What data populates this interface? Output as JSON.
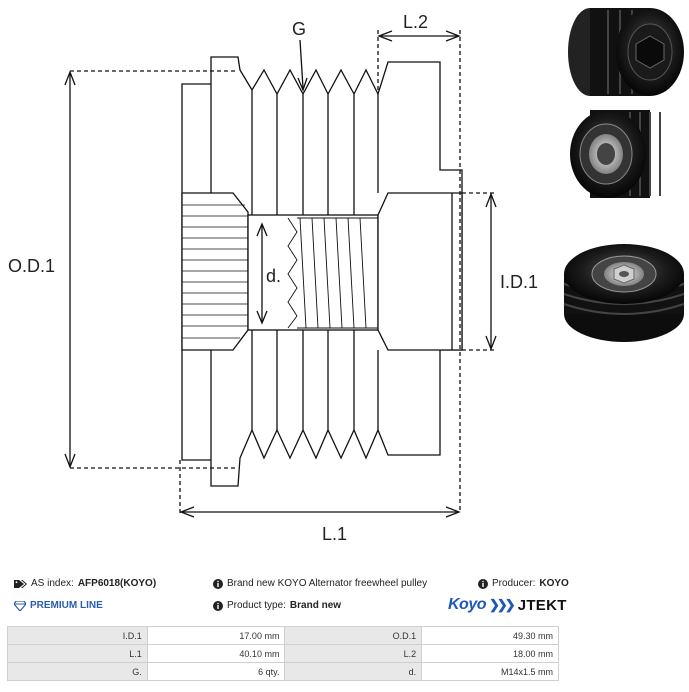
{
  "drawing": {
    "labels": {
      "g": "G",
      "l2": "L.2",
      "od1": "O.D.1",
      "d": "d.",
      "id1": "I.D.1",
      "l1": "L.1"
    }
  },
  "photos": [
    "pulley-front-view-photo",
    "pulley-rear-view-photo",
    "pulley-angled-view-photo"
  ],
  "info": {
    "as_index_label": "AS index:",
    "as_index_value": "AFP6018(KOYO)",
    "description": "Brand new KOYO Alternator freewheel pulley",
    "producer_label": "Producer:",
    "producer_value": "KOYO",
    "premium_line": "PREMIUM LINE",
    "product_type_label": "Product type:",
    "product_type_value": "Brand new",
    "logo": {
      "koyo": "Koyo",
      "chevrons": "❯❯❯",
      "jtekt": "JTEKT"
    }
  },
  "specs": [
    {
      "l1": "I.D.1",
      "v1": "17.00 mm",
      "l2": "O.D.1",
      "v2": "49.30 mm"
    },
    {
      "l1": "L.1",
      "v1": "40.10 mm",
      "l2": "L.2",
      "v2": "18.00 mm"
    },
    {
      "l1": "G.",
      "v1": "6 qty.",
      "l2": "d.",
      "v2": "M14x1.5 mm"
    }
  ],
  "colors": {
    "accent_blue": "#1f59b8",
    "table_label_bg": "#e8e8e8",
    "line": "#111111"
  }
}
